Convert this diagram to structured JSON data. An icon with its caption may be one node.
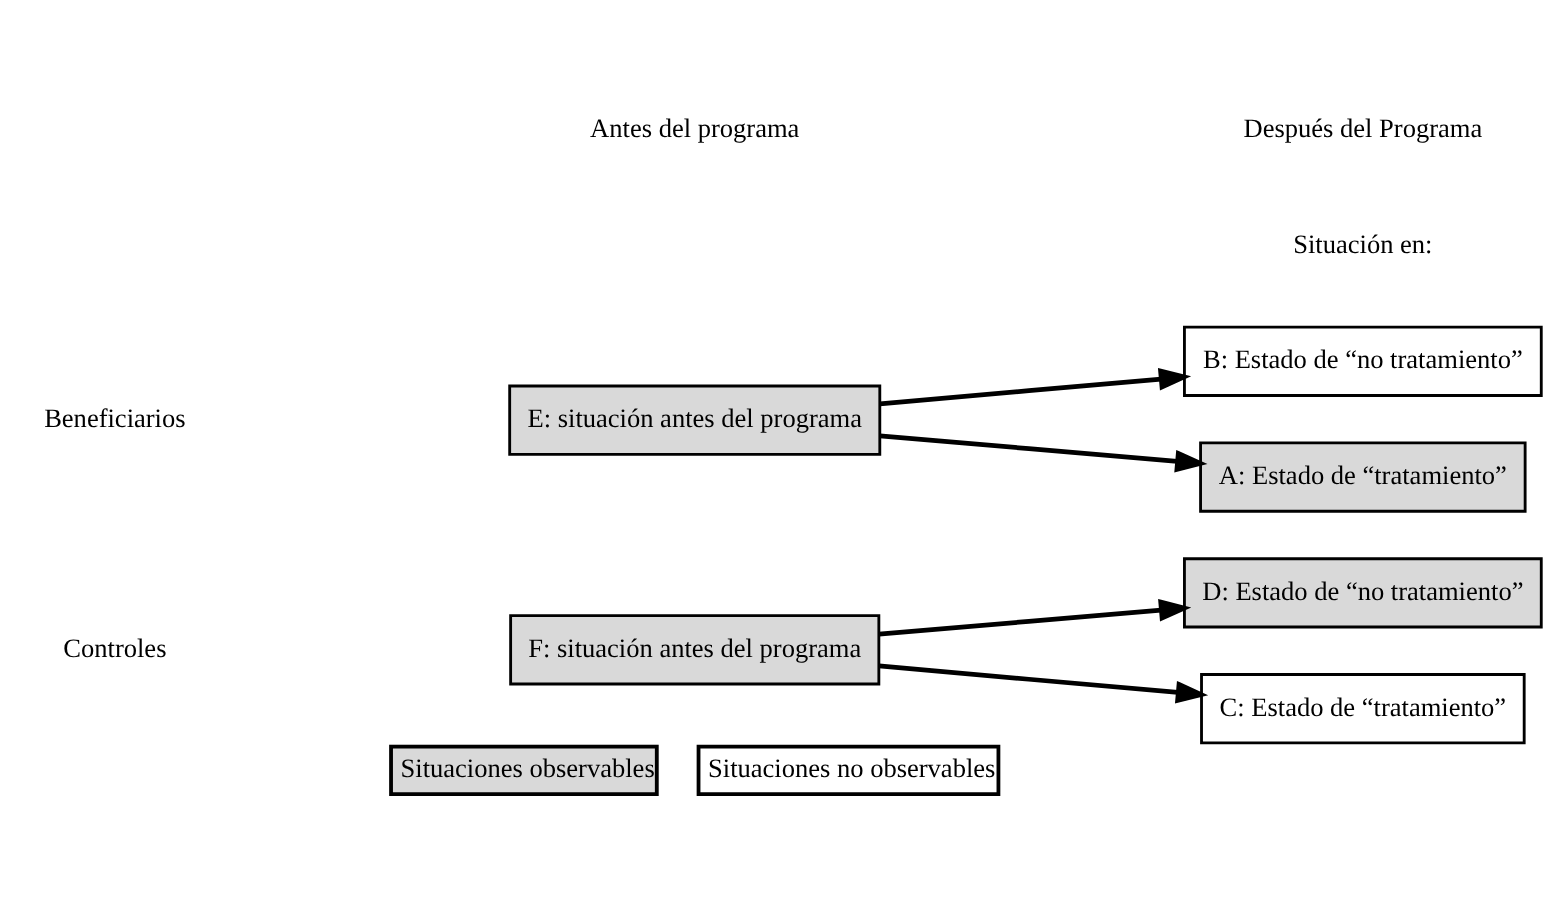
{
  "diagram": {
    "nodes": [
      {
        "text": [
          "E: situación antes del programa"
        ]
      },
      {
        "text": [
          "F: situación antes del programa"
        ]
      },
      {
        "text": [
          "A: Estado de “tratamiento”"
        ]
      },
      {
        "text": [
          "B: Estado de “no tratamiento”"
        ]
      },
      {
        "text": [
          "C: Estado de “tratamiento”"
        ]
      },
      {
        "text": [
          "D: Estado de “no tratamiento”"
        ]
      }
    ],
    "edges": [
      {
        "from": 0,
        "to": 2,
        "arrow": "to"
      },
      {
        "from": 0,
        "to": 3,
        "arrow": "to"
      },
      {
        "from": 1,
        "to": 4,
        "arrow": "to"
      },
      {
        "from": 1,
        "to": 5,
        "arrow": "to"
      }
    ],
    "labels": [
      "Antes del programa",
      "Después del Programa",
      "Situación en:",
      "Beneficiarios",
      "Controles"
    ],
    "legend": [
      {
        "text": "Situaciones observables"
      },
      {
        "text": "Situaciones no observables"
      }
    ]
  }
}
